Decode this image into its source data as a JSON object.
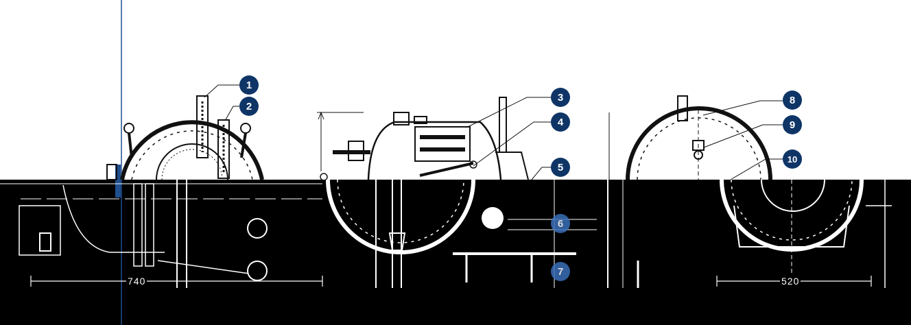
{
  "callouts": [
    {
      "id": "1",
      "label": "1"
    },
    {
      "id": "2",
      "label": "2"
    },
    {
      "id": "3",
      "label": "3"
    },
    {
      "id": "4",
      "label": "4"
    },
    {
      "id": "5",
      "label": "5"
    },
    {
      "id": "6",
      "label": "6"
    },
    {
      "id": "7",
      "label": "7"
    },
    {
      "id": "8",
      "label": "8"
    },
    {
      "id": "9",
      "label": "9"
    },
    {
      "id": "10",
      "label": "10"
    }
  ],
  "dimensions": {
    "left_width": "740",
    "right_width": "520"
  },
  "colors": {
    "callout_fill": "#0f3567",
    "line": "#111111",
    "background_top": "#ffffff",
    "background_bottom": "#000000"
  }
}
